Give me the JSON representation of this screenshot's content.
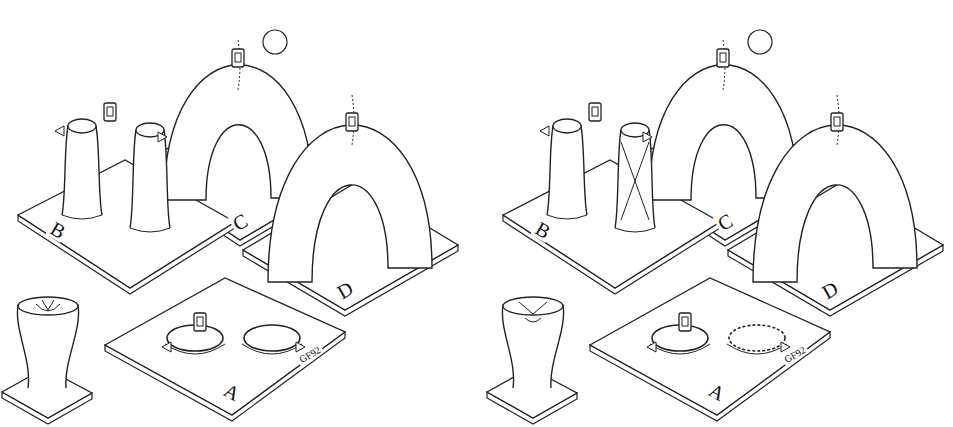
{
  "diagram": {
    "labels": [
      "B",
      "C",
      "D",
      "A",
      "GF92",
      "B",
      "C",
      "D",
      "A",
      "GF92"
    ]
  }
}
